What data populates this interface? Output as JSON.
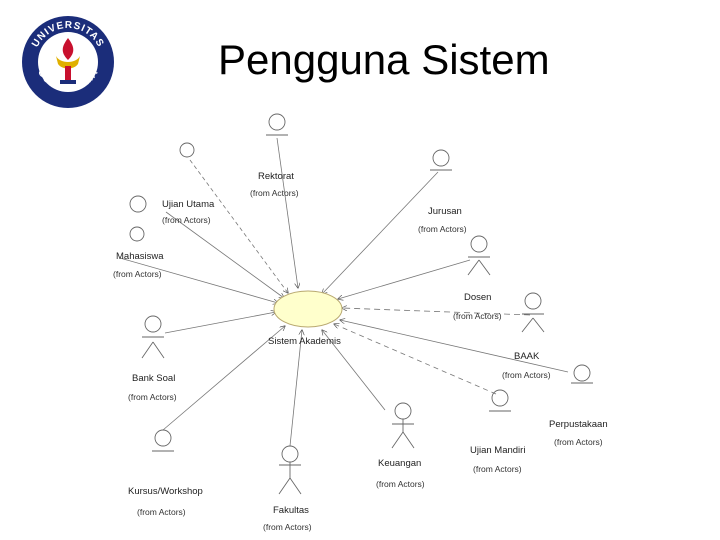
{
  "title": "Pengguna Sistem",
  "logo": {
    "text_top": "UNIVERSITAS",
    "text_bottom": "GUNADARMA",
    "colors": {
      "ring": "#1b2d7a",
      "inner": "#ffffff",
      "flame": "#c8102e",
      "gold": "#e0b000"
    }
  },
  "diagram": {
    "use_case": {
      "label": "Sistem Akademis"
    },
    "actors": [
      {
        "id": "rektorat",
        "name": "Rektorat",
        "note": "(from Actors)"
      },
      {
        "id": "ujian-utama",
        "name": "Ujian Utama",
        "note": "(from Actors)"
      },
      {
        "id": "jurusan",
        "name": "Jurusan",
        "note": "(from Actors)"
      },
      {
        "id": "mahasiswa",
        "name": "Mahasiswa",
        "note": "(from Actors)"
      },
      {
        "id": "dosen",
        "name": "Dosen",
        "note": "(from Actors)"
      },
      {
        "id": "baak",
        "name": "BAAK",
        "note": "(from Actors)"
      },
      {
        "id": "bank-soal",
        "name": "Bank Soal",
        "note": "(from Actors)"
      },
      {
        "id": "perpustakaan",
        "name": "Perpustakaan",
        "note": "(from Actors)"
      },
      {
        "id": "ujian-mandiri",
        "name": "Ujian Mandiri",
        "note": "(from Actors)"
      },
      {
        "id": "keuangan",
        "name": "Keuangan",
        "note": "(from Actors)"
      },
      {
        "id": "kursus-workshop",
        "name": "Kursus/Workshop",
        "note": "(from Actors)"
      },
      {
        "id": "fakultas",
        "name": "Fakultas",
        "note": "(from Actors)"
      }
    ]
  }
}
